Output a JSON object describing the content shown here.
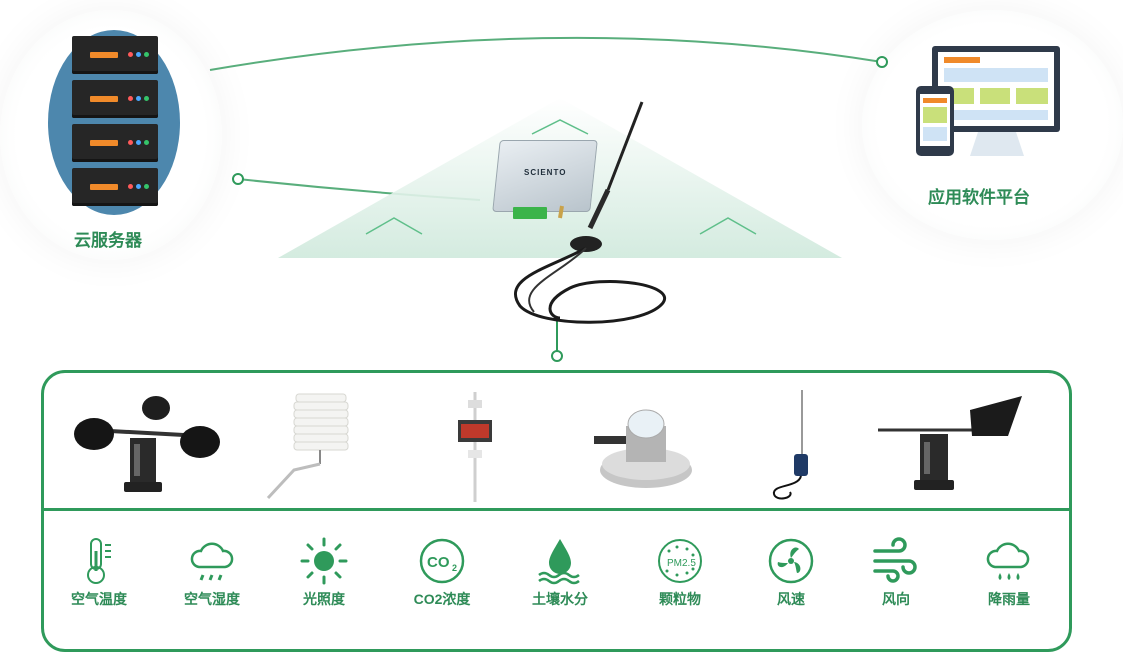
{
  "server": {
    "label": "云服务器",
    "accent": "#4d87ad",
    "led_colors": [
      "#ff5a5a",
      "#4aa8ff",
      "#35c46a"
    ]
  },
  "app": {
    "label": "应用软件平台"
  },
  "gateway": {
    "brand": "SCIENTO",
    "terminal_color": "#3bb44a"
  },
  "theme": {
    "primary": "#2f9a5b",
    "label_color": "#2e8b57"
  },
  "sensors": [
    {
      "name": "anemometer-cup-icon"
    },
    {
      "name": "thermo-hygrometer-shield-icon"
    },
    {
      "name": "weather-station-pole-icon"
    },
    {
      "name": "pyranometer-icon"
    },
    {
      "name": "soil-moisture-probe-icon"
    },
    {
      "name": "wind-vane-icon"
    }
  ],
  "parameters": [
    {
      "label": "空气温度",
      "icon": "thermometer-icon"
    },
    {
      "label": "空气湿度",
      "icon": "cloud-rain-icon"
    },
    {
      "label": "光照度",
      "icon": "sun-icon"
    },
    {
      "label": "CO2浓度",
      "icon": "co2-icon"
    },
    {
      "label": "土壤水分",
      "icon": "water-drop-waves-icon"
    },
    {
      "label": "颗粒物",
      "icon": "pm25-icon"
    },
    {
      "label": "风速",
      "icon": "fan-icon"
    },
    {
      "label": "风向",
      "icon": "wind-icon"
    },
    {
      "label": "降雨量",
      "icon": "rain-cloud-icon"
    }
  ]
}
